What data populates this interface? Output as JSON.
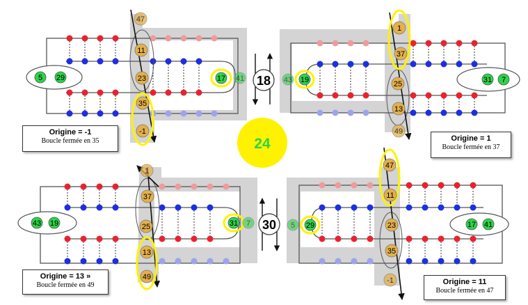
{
  "colors": {
    "red_dot": "#e8232f",
    "blue_dot": "#1f2ee0",
    "faded_red_dot": "#ee9b9e",
    "faded_blue_dot": "#9da3ee",
    "grey_band": "#d4d4d4",
    "orange_node": "#e3b04b",
    "green_node": "#2cd44a",
    "highlight_yellow": "#fff200"
  },
  "icons": {
    "up_arrow": "up-arrow-icon",
    "down_arrow": "down-arrow-icon",
    "diagonal_arrow": "diagonal-arrow-icon"
  },
  "center": {
    "label": "24"
  },
  "panels": [
    {
      "id": "tl",
      "origin_label": "Origine = -1",
      "loop_label": "Boucle fermée en 35",
      "left_loop": [
        "5",
        "29"
      ],
      "diag_nodes": [
        "47",
        "11",
        "23",
        "35",
        "-1"
      ],
      "right_nodes": [
        "17",
        "41"
      ],
      "step": "18"
    },
    {
      "id": "tr",
      "origin_label": "Origine = 1",
      "loop_label": "Boucle fermée en 37",
      "left_nodes": [
        "43",
        "19"
      ],
      "diag_nodes": [
        "1",
        "37",
        "25",
        "13",
        "49"
      ],
      "right_loop": [
        "31",
        "7"
      ]
    },
    {
      "id": "bl",
      "origin_label": "Origine = 13 »",
      "loop_label": "Boucle fermée en 49",
      "left_loop": [
        "43",
        "19"
      ],
      "diag_nodes": [
        "1",
        "37",
        "25",
        "13",
        "49"
      ],
      "right_nodes": [
        "31",
        "7"
      ],
      "step": "30"
    },
    {
      "id": "br",
      "origin_label": "Origine = 11",
      "loop_label": "Boucle fermée en 47",
      "left_nodes": [
        "5",
        "29"
      ],
      "diag_nodes": [
        "47",
        "11",
        "23",
        "35",
        "-1"
      ],
      "right_loop": [
        "17",
        "41"
      ]
    }
  ]
}
